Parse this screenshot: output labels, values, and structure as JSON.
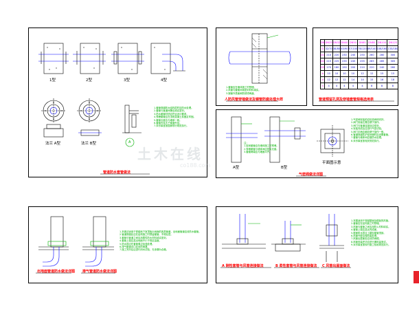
{
  "panels": {
    "p1": {
      "caption": "管道防水套管做法",
      "views": [
        "1型",
        "2型",
        "3型",
        "4型"
      ],
      "sub_views": [
        "法兰 A型",
        "法兰 B型"
      ],
      "symbol_label": "A",
      "notes": [
        "1.套管穿越防水结构层时应防水处理。",
        "2.套管与管道间隙应填实密封。",
        "3.防水套管材质应符合设计要求。",
        "4.预埋套管应在浇筑混凝土前固定牢固。",
        "5.套管长度应与墙厚一致。",
        "6.套管内径大于管道外径。",
        "7.未尽事宜按国家现行规范执行。"
      ]
    },
    "p2": {
      "caption": "人防风管穿墙做法及钢管防腐处理大样",
      "notes": [
        "1.套管应在墙体施工时预埋。",
        "2.风管与套管间用密封材料填实。",
        "3.钢管外表面刷防锈漆两道。"
      ]
    },
    "p3": {
      "caption": "管道预留孔洞及穿墙套管规格选用表",
      "table": {
        "header": [
          "DN",
          "DN25",
          "DN32",
          "DN40",
          "DN50",
          "DN65",
          "DN80",
          "DN100",
          "DN125"
        ],
        "rows": [
          [
            "D",
            "32/70",
            "38/80",
            "45/90",
            "57/100",
            "76/120",
            "89/140",
            "108/160",
            "133/180"
          ],
          [
            "D1",
            "210",
            "220",
            "230",
            "240",
            "250",
            "260",
            "280",
            "300"
          ],
          [
            "D2",
            "215",
            "225",
            "235",
            "245",
            "255",
            "265",
            "285",
            "305"
          ],
          [
            "D3",
            "170",
            "180",
            "190",
            "200",
            "210",
            "220",
            "240",
            "260"
          ],
          [
            "b",
            "10",
            "10",
            "10",
            "10",
            "12",
            "12",
            "15",
            "15"
          ],
          [
            "d",
            "12",
            "12",
            "12",
            "14",
            "14",
            "15",
            "16",
            "18"
          ],
          [
            "n",
            "4",
            "4",
            "4",
            "4",
            "4",
            "8",
            "8",
            "8"
          ]
        ]
      }
    },
    "p4": {
      "caption": "气密阀做法详图",
      "views": [
        "A型",
        "B型",
        "平面图示意"
      ],
      "notes_left": [
        "注：",
        "1.密闭套管应在墙体施工时预埋。",
        "2.穿墙套管与墙体间应密实无缝。",
        "3.套管两端应与墙面平齐。"
      ],
      "notes_right": [
        "1.气密阀安装前应检查阀体完好。",
        "2.阀门安装位置应便于操作。",
        "3.阀门与管道连接处应密封。",
        "4.安装完成后应进行气密试验。",
        "5.阀门手柄应朝向便于操作一侧。",
        "6.管道穿越防护密闭墙时应设置套管。",
        "7.套管与墙体间应做防水处理。",
        "8.未尽事宜按相关规范执行。"
      ]
    },
    "p5": {
      "caption_left": "出地面管道防水做法详图",
      "caption_right": "排气管道防水做法详图",
      "notes": [
        "1.本做法适用于穿越地下室顶板出地面的各类管道，出地面管道应设防水套管。",
        "2.管道穿越处应在结构施工时预留套管，不得后凿。",
        "3.套管与管道之间应用柔性防水材料填实密封。",
        "4.套管上端应高出地面不小于规定高度。",
        "5.防水层应在套管周边加强处理。",
        "6.排气管道出口应设防雨罩。",
        "7.施工完毕后应进行闭水试验，无渗漏为合格。"
      ]
    },
    "p6": {
      "captions": [
        "A 刚性套管与风管连接做法",
        "B 柔性套管与风管连接做法",
        "C 风管出屋面做法"
      ],
      "notes": [
        "1.本图适用于穿越屋面及楼板的风管。",
        "2.套管应在结构施工时预埋。",
        "3.风管与套管之间应用防火材料填实。",
        "4.套管上端应高出完成面。",
        "5.屋面防水层应上翻至套管顶部。",
        "6.风管外壁应做防腐处理。",
        "7.风管出屋面处应设防雨帽。",
        "8.风管安装完毕应进行漏风量测试。",
        "9.未尽事宜按现行施工验收规范执行。"
      ]
    }
  },
  "watermark": {
    "main": "土木在线",
    "sub": "co188.com"
  },
  "colors": {
    "caption": "#ff0000",
    "notes": "#00b000",
    "line": "#000000",
    "pipe": "#0000ff",
    "table_header": "#ff00ff",
    "table_value": "#0000cc"
  }
}
